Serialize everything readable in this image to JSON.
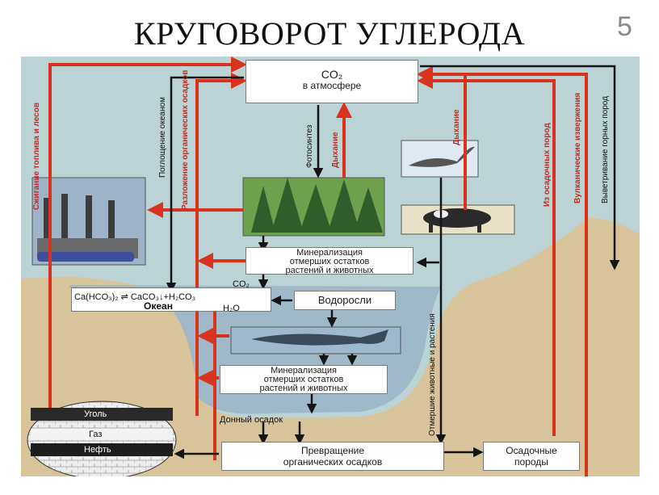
{
  "slide": {
    "title": "КРУГОВОРОТ УГЛЕРОДА",
    "number": "5"
  },
  "diagram": {
    "co2": {
      "line1": "CO₂",
      "line2": "в атмосфере"
    },
    "mineral_top": {
      "line1": "Минерализация",
      "line2": "отмерших остатков",
      "line3": "растений и животных"
    },
    "mineral_bottom": {
      "line1": "Минерализация",
      "line2": "отмерших остатков",
      "line3": "растений и животных"
    },
    "algae": "Водоросли",
    "transformation": {
      "line1": "Превращение",
      "line2": "органических осадков"
    },
    "sedimentary": {
      "line1": "Осадочные",
      "line2": "породы"
    },
    "ocean_chem": {
      "left": "Ca(HCO₃)₂ ⇌ CaCO₃↓+H₂CO₃",
      "co2": "CO₂",
      "h2o": "H₂O",
      "ocean": "Океан"
    },
    "fuels": {
      "coal": "Уголь",
      "gas": "Газ",
      "oil": "Нефть"
    },
    "bottom_sediment": "Донный осадок",
    "labels": {
      "fuel_burning": "Сжигание топлива и лесов",
      "decomposition": "Разложение органических осадков",
      "ocean_absorption": "Поглощение океаном",
      "photosynthesis": "Фотосинтез",
      "respiration_1": "Дыхание",
      "respiration_2": "Дыхание",
      "from_sedimentary": "Из осадочных пород",
      "volcanic": "Вулканические извержения",
      "weathering": "Выветривание горных пород",
      "dead_organisms": "Отмершие животные и растения"
    }
  },
  "colors": {
    "red_arrow": "#d8331f",
    "dark_arrow": "#151515",
    "sky": "#bcd3d6",
    "ground": "#d7c49a",
    "water": "#9cb6c7"
  }
}
